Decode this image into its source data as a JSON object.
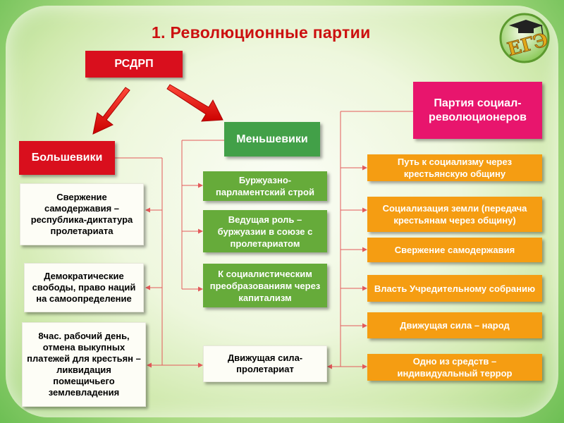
{
  "title": "1. Революционные партии",
  "logo": {
    "icon": "ege-logo-icon",
    "letters": "ЕГЭ"
  },
  "rsdrp": "РСДРП",
  "bolsheviki": {
    "label": "Большевики",
    "items": [
      "Свержение самодержавия – республика-диктатура пролетариата",
      "Демократические свободы, право наций на самоопределение",
      "8час. рабочий день, отмена выкупных платежей для крестьян – ликвидация помещичьего землевладения"
    ]
  },
  "mensheviki": {
    "label": "Меньшевики",
    "items": [
      "Буржуазно-парламентский строй",
      "Ведущая роль – буржуазии в союзе с пролетариатом",
      "К социалистическим преобразованиям через капитализм"
    ],
    "shared": "Движущая сила-пролетариат"
  },
  "esery": {
    "label": "Партия социал-революционеров",
    "items": [
      "Путь к социализму через крестьянскую общину",
      "Социализация земли (передача крестьянам через общину)",
      "Свержение самодержавия",
      "Власть Учредительному собранию",
      "Движущая сила – народ",
      "Одно из средств – индивидуальный террор"
    ]
  },
  "colors": {
    "title": "#cc1010",
    "red": "#d90f1d",
    "green_header": "#42a048",
    "pink": "#e8156d",
    "light_green": "#66ab3a",
    "orange": "#f59d12",
    "connector": "#e35a5a"
  }
}
